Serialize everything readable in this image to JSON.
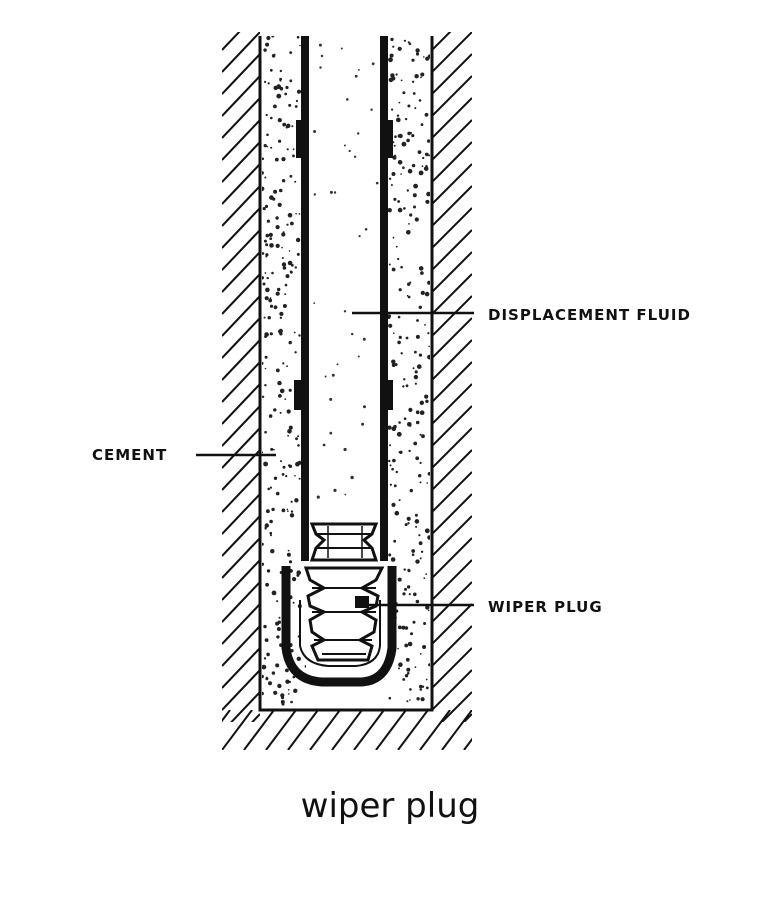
{
  "labels": {
    "cement": "CEMENT",
    "displacement_fluid": "DISPLACEMENT FLUID",
    "wiper_plug": "WIPER PLUG"
  },
  "caption": "wiper plug",
  "colors": {
    "ink": "#111111",
    "background": "#ffffff"
  }
}
